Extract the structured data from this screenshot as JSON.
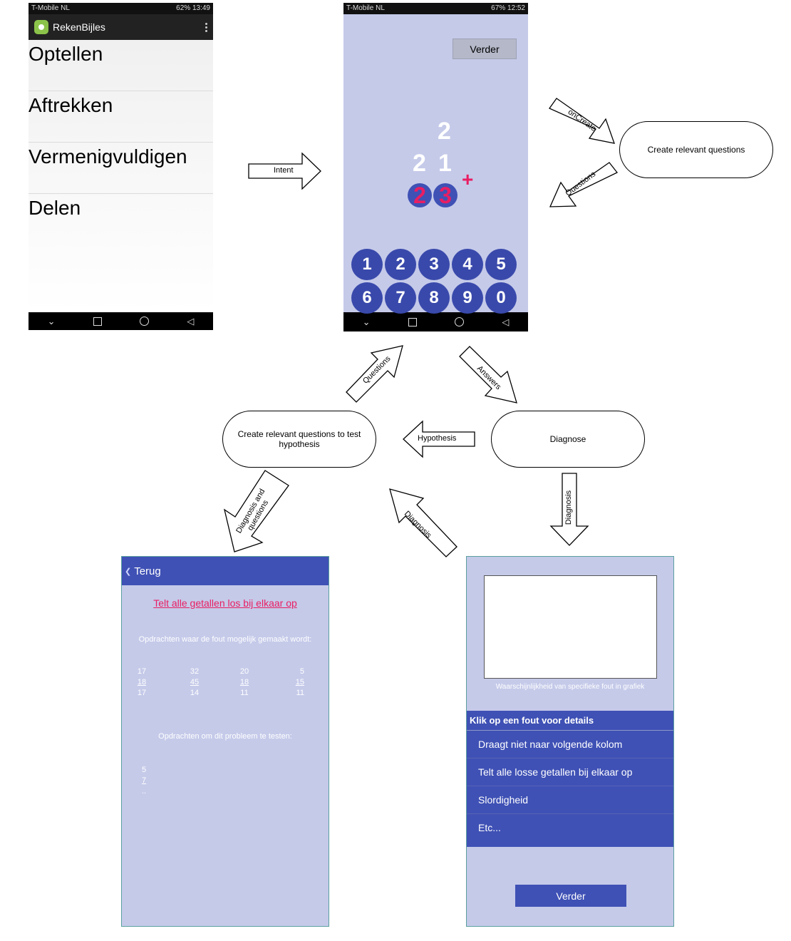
{
  "phone1": {
    "status_left": "T-Mobile NL",
    "status_right": "62% 13:49",
    "app_title": "RekenBijles",
    "menu_items": [
      "Optellen",
      "Aftrekken",
      "Vermenigvuldigen",
      "Delen"
    ]
  },
  "phone2": {
    "status_left": "T-Mobile NL",
    "status_right": "67% 12:52",
    "verder_label": "Verder",
    "carry_digit": "2",
    "top_digits": [
      "2",
      "1"
    ],
    "answer_digits": [
      "2",
      "3"
    ],
    "operator": "+",
    "keypad": [
      "1",
      "2",
      "3",
      "4",
      "5",
      "6",
      "7",
      "8",
      "9",
      "0"
    ]
  },
  "nodes": {
    "create_questions": "Create relevant questions",
    "create_test": "Create relevant questions to test hypothesis",
    "diagnose": "Diagnose"
  },
  "arrows": {
    "intent": "Intent",
    "oncreate": "onCreate",
    "questions_top": "Questions",
    "questions_mid": "Questions",
    "answers": "Answers",
    "hypothesis": "Hypothesis",
    "diagnosis_down": "Diagnosis",
    "diagnosis_up": "Diagnosis",
    "diagnosis_and_questions": "Diagnosis and questions"
  },
  "screen_bl": {
    "back_label": "Terug",
    "title_link": "Telt alle getallen los bij elkaar op",
    "subtitle1": "Opdrachten waar de fout mogelijk gemaakt wordt:",
    "columns": [
      [
        "17",
        "18",
        "17"
      ],
      [
        "32",
        "45",
        "14"
      ],
      [
        "20",
        "18",
        "11"
      ],
      [
        "5",
        "15",
        "11"
      ]
    ],
    "subtitle2": "Opdrachten om dit probleem te testen:",
    "test_column": [
      "5",
      "7",
      ".."
    ]
  },
  "screen_br": {
    "caption": "Waarschijnlijkheid van specifieke fout in grafiek",
    "list_header": "Klik op een fout voor details",
    "items": [
      "Draagt niet naar volgende kolom",
      "Telt alle losse getallen bij elkaar op",
      "Slordigheid",
      "Etc..."
    ],
    "verder_label": "Verder"
  }
}
